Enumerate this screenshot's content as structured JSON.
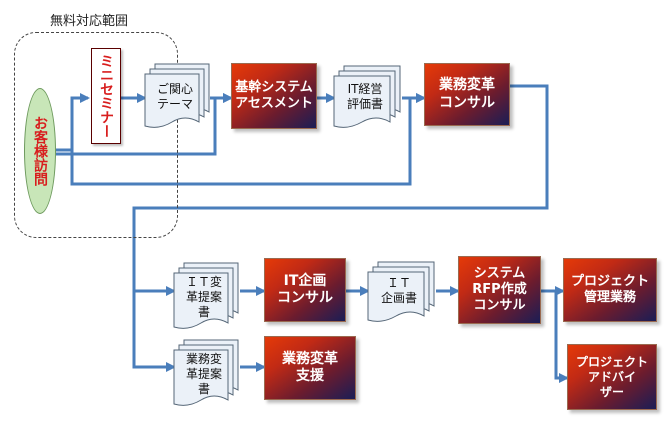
{
  "free_scope_label": "無料対応範囲",
  "nodes": {
    "visit": "お客様訪問",
    "seminar": "ミニセミナー",
    "interest_theme": [
      "ご関心",
      "テーマ"
    ],
    "core_assessment": [
      "基幹システム",
      "アセスメント"
    ],
    "it_report": [
      "IT経営",
      "評価書"
    ],
    "reform_consul_1": [
      "業務変革",
      "コンサル"
    ],
    "it_reform_proposal": [
      "ＩＴ変",
      "革提案",
      "書"
    ],
    "it_plan_consul": [
      "IT企画",
      "コンサル"
    ],
    "it_plan_doc": [
      "ＩＴ",
      "企画書"
    ],
    "rfp_consul": [
      "システム",
      "RFP作成",
      "コンサル"
    ],
    "pm_service": [
      "プロジェクト",
      "管理業務"
    ],
    "reform_proposal": [
      "業務変",
      "革提案",
      "書"
    ],
    "reform_support": [
      "業務変革",
      "支援"
    ],
    "advisor": [
      "プロジェクト",
      "アドバイ",
      "ザー"
    ]
  },
  "colors": {
    "arrow": "#4a7ebb",
    "box_top": "#e53a08",
    "box_bottom": "#1a1d56",
    "doc_fill": "#ebf1f8",
    "doc_stroke": "#556677",
    "visit_fill": "#c8e6b8",
    "visit_text": "#d81e1e"
  }
}
